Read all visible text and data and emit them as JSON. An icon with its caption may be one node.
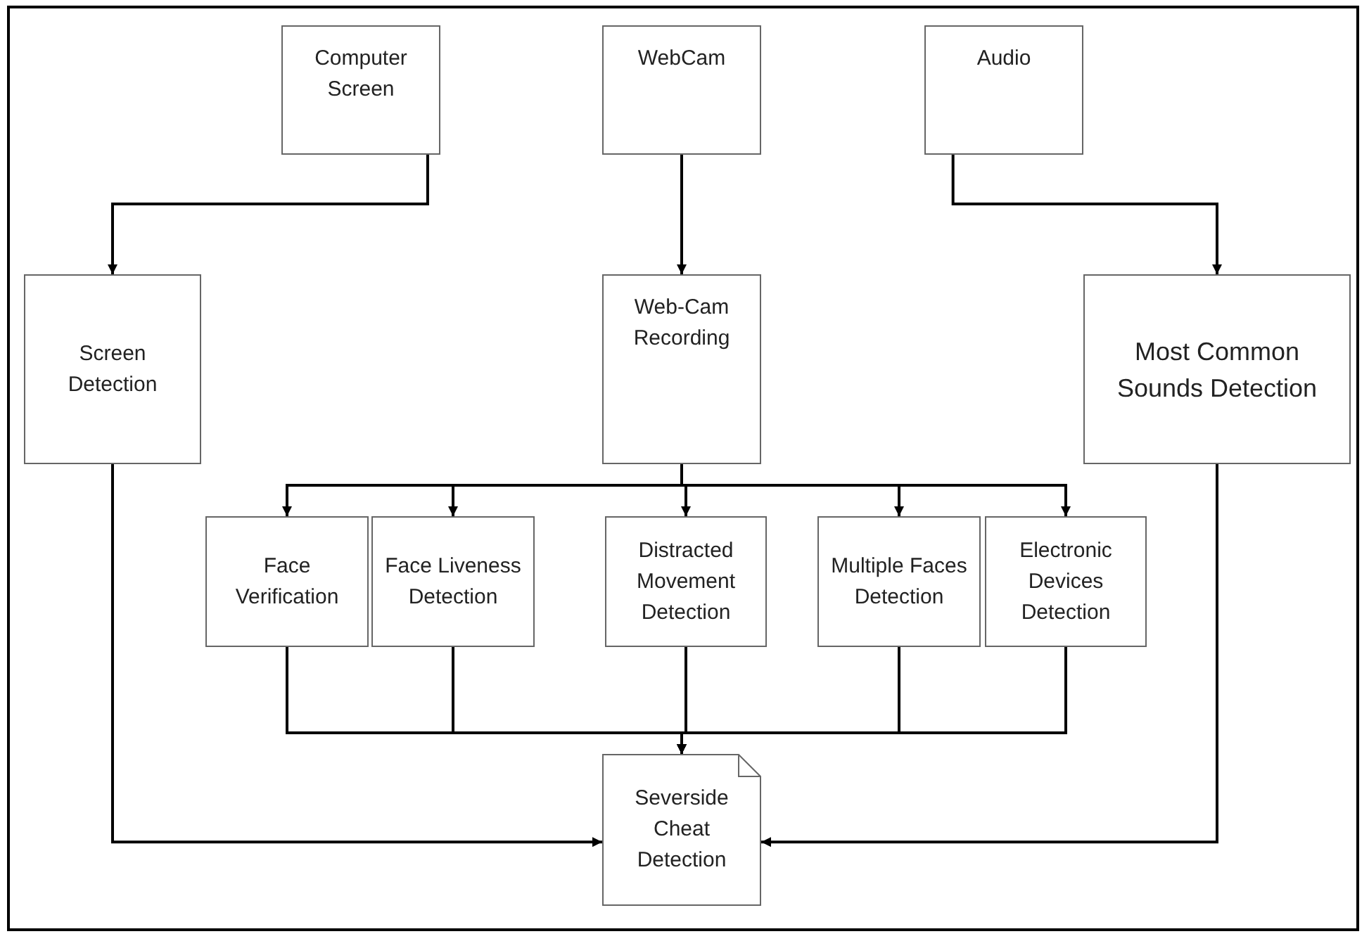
{
  "diagram": {
    "nodes": [
      {
        "text": [
          "Computer Screen"
        ]
      },
      {
        "text": [
          "WebCam"
        ]
      },
      {
        "text": [
          "Audio"
        ]
      },
      {
        "text": [
          "Screen Detection"
        ]
      },
      {
        "text": [
          "Web-Cam Recording"
        ]
      },
      {
        "text": [
          "Most Common Sounds Detection"
        ]
      },
      {
        "text": [
          "Face Verification"
        ]
      },
      {
        "text": [
          "Face Liveness Detection"
        ]
      },
      {
        "text": [
          "Distracted Movement Detection"
        ]
      },
      {
        "text": [
          "Multiple Faces Detection"
        ]
      },
      {
        "text": [
          "Electronic Devices Detection"
        ]
      },
      {
        "text": [
          "Severside Cheat Detection"
        ]
      }
    ],
    "edges": [
      {
        "from": 0,
        "to": 3,
        "arrow": "to"
      },
      {
        "from": 1,
        "to": 4,
        "arrow": "to"
      },
      {
        "from": 2,
        "to": 5,
        "arrow": "to"
      },
      {
        "from": 4,
        "to": 6,
        "arrow": "to"
      },
      {
        "from": 4,
        "to": 7,
        "arrow": "to"
      },
      {
        "from": 4,
        "to": 8,
        "arrow": "to"
      },
      {
        "from": 4,
        "to": 9,
        "arrow": "to"
      },
      {
        "from": 4,
        "to": 10,
        "arrow": "to"
      },
      {
        "from": 6,
        "to": 11,
        "arrow": "to"
      },
      {
        "from": 7,
        "to": 11,
        "arrow": "to"
      },
      {
        "from": 8,
        "to": 11,
        "arrow": "to"
      },
      {
        "from": 9,
        "to": 11,
        "arrow": "to"
      },
      {
        "from": 10,
        "to": 11,
        "arrow": "to"
      },
      {
        "from": 3,
        "to": 11,
        "arrow": "to"
      },
      {
        "from": 5,
        "to": 11,
        "arrow": "to"
      }
    ]
  }
}
